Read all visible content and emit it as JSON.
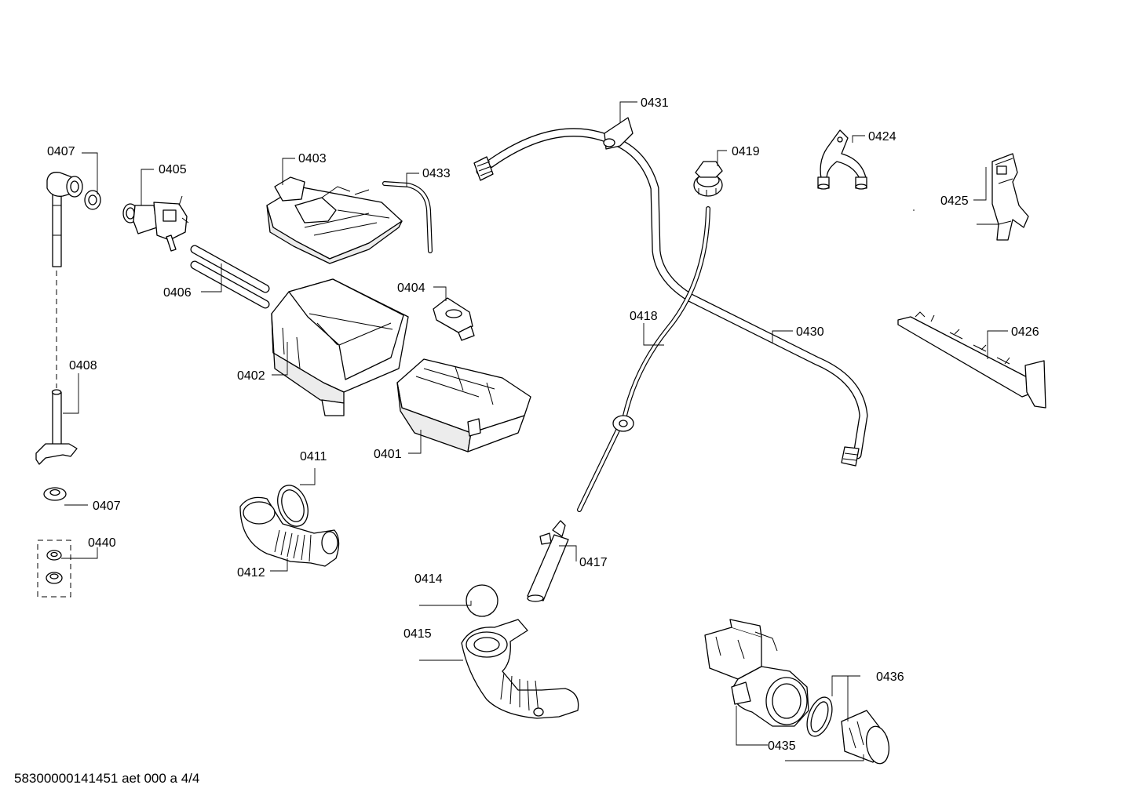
{
  "labels": {
    "p0407a": "0407",
    "p0405": "0405",
    "p0403": "0403",
    "p0433": "0433",
    "p0431": "0431",
    "p0419": "0419",
    "p0424": "0424",
    "p0425": "0425",
    "p0406": "0406",
    "p0404": "0404",
    "p0418": "0418",
    "p0430": "0430",
    "p0426": "0426",
    "p0408": "0408",
    "p0402": "0402",
    "p0401": "0401",
    "p0411": "0411",
    "p0407b": "0407",
    "p0440": "0440",
    "p0412": "0412",
    "p0417": "0417",
    "p0414": "0414",
    "p0415": "0415",
    "p0436": "0436",
    "p0435": "0435"
  },
  "footer": "58300000141451 aet 000 a 4/4"
}
